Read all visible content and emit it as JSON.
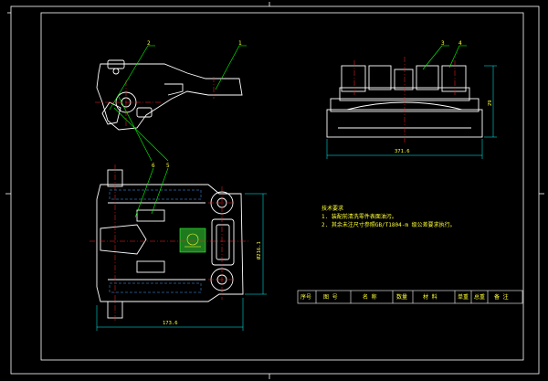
{
  "drawing": {
    "colors": {
      "background": "#000000",
      "frame": "#ffffff",
      "outline": "#ffffff",
      "leader": "#00ff00",
      "centerline": "#ff2020",
      "text": "#ffff33",
      "dimension": "#00ffff",
      "hidden": "#4aa3ff"
    },
    "leaders": [
      "1",
      "2",
      "3",
      "4",
      "5",
      "6"
    ],
    "dimensions": {
      "top_width": "371.6",
      "top_height": "29",
      "bottom_width": "173.6",
      "bottom_height": "Ø216.1"
    },
    "notes": {
      "title": "技术要求",
      "line1": "1. 装配前清洗零件表面油污。",
      "line2": "2. 其余未注尺寸参照GB/T1804-m 级公差要求执行。"
    },
    "bom_headers": [
      "序号",
      "图 号",
      "名 称",
      "数量",
      "材 料",
      "单重",
      "总重",
      "备 注"
    ]
  }
}
